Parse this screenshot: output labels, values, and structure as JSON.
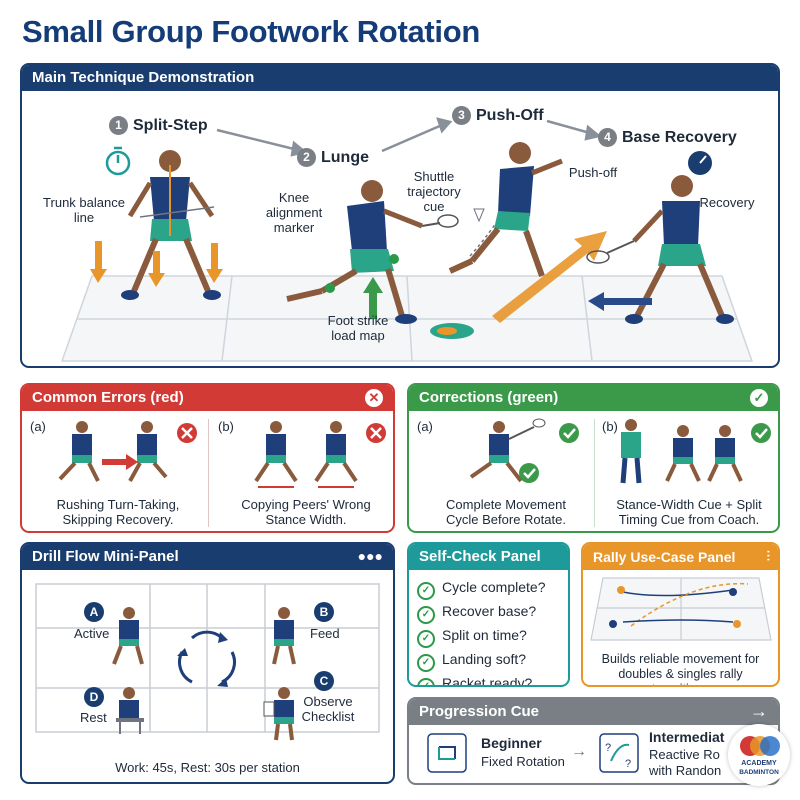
{
  "title": "Small Group Footwork Rotation",
  "main": {
    "header": "Main Technique Demonstration",
    "steps": [
      {
        "num": "1",
        "label": "Split-Step"
      },
      {
        "num": "2",
        "label": "Lunge"
      },
      {
        "num": "3",
        "label": "Push-Off"
      },
      {
        "num": "4",
        "label": "Base Recovery"
      }
    ],
    "annotations": {
      "trunk": "Trunk balance line",
      "knee": "Knee alignment marker",
      "shuttle": "Shuttle trajectory cue",
      "foot": "Foot strike load map",
      "pushoff": "Push-off",
      "recovery": "Recovery"
    }
  },
  "errors": {
    "header": "Common Errors (red)",
    "a_tag": "(a)",
    "b_tag": "(b)",
    "a_caption": "Rushing Turn-Taking, Skipping Recovery.",
    "b_caption": "Copying Peers' Wrong Stance Width."
  },
  "corrections": {
    "header": "Corrections (green)",
    "a_tag": "(a)",
    "b_tag": "(b)",
    "a_caption": "Complete Movement Cycle Before Rotate.",
    "b_caption": "Stance-Width Cue + Split Timing Cue from Coach."
  },
  "drill": {
    "header": "Drill Flow Mini-Panel",
    "stations": [
      {
        "badge": "A",
        "label": "Active"
      },
      {
        "badge": "B",
        "label": "Feed"
      },
      {
        "badge": "C",
        "label": "Observe Checklist"
      },
      {
        "badge": "D",
        "label": "Rest"
      }
    ],
    "timing": "Work: 45s, Rest: 30s per station"
  },
  "selfcheck": {
    "header": "Self-Check Panel",
    "items": [
      "Cycle complete?",
      "Recover base?",
      "Split on time?",
      "Landing soft?",
      "Racket ready?"
    ]
  },
  "rally": {
    "header": "Rally Use-Case Panel",
    "caption": "Builds reliable movement for doubles & singles rally transitions"
  },
  "progression": {
    "header": "Progression Cue",
    "beginner_title": "Beginner",
    "beginner_sub": "Fixed Rotation",
    "inter_title": "Intermediat",
    "inter_sub1": "Reactive Ro",
    "inter_sub2": "with Randon"
  },
  "logo": {
    "line1": "ACADEMY",
    "line2": "BADMINTON"
  },
  "colors": {
    "navy": "#1a3d70",
    "red": "#d23a35",
    "green": "#3a9a4a",
    "teal": "#1e9a9a",
    "orange": "#e8962a"
  }
}
